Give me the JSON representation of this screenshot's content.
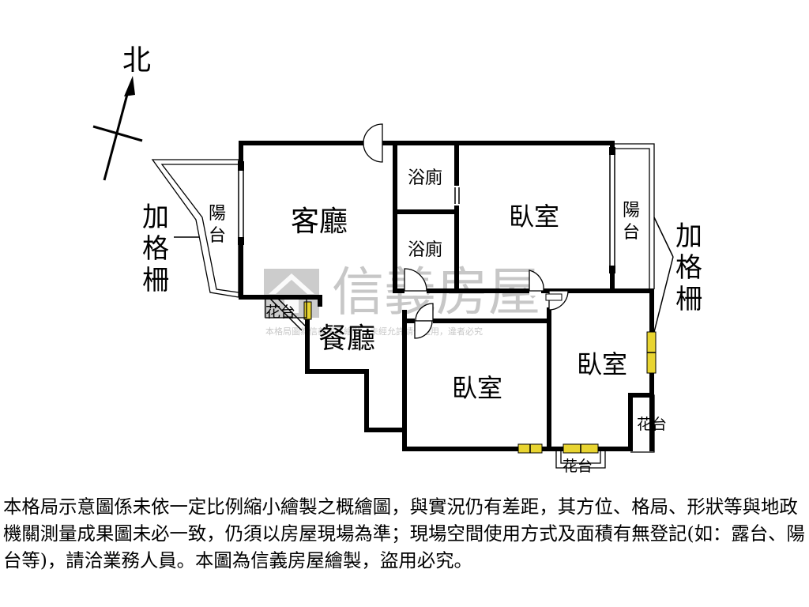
{
  "compass": {
    "label": "北",
    "icon": "north-arrow-icon"
  },
  "rooms": {
    "living": "客廳",
    "dining": "餐廳",
    "bath1": "浴廁",
    "bath2": "浴廁",
    "bedroom_ne": "臥室",
    "bedroom_center": "臥室",
    "bedroom_se": "臥室"
  },
  "balconies": {
    "west": "陽台",
    "east": "陽台"
  },
  "grilles": {
    "west": "加格柵",
    "east": "加格柵"
  },
  "planters": {
    "dining": "花台",
    "south": "花台",
    "east": "花台"
  },
  "watermark": {
    "logo_text": "信義房屋",
    "small_text": "本格局圖為信義房屋繪製，未經允許請勿盜用，違者必究",
    "logo_icon": "sinyi-house-logo-icon"
  },
  "disclaimer": "本格局示意圖係未依一定比例縮小繪製之概繪圖，與實況仍有差距，其方位、格局、形狀等與地政機關測量成果圖未必一致，仍須以房屋現場為準；現場空間使用方式及面積有無登記(如：露台、陽台等)，請洽業務人員。本圖為信義房屋繪製，盜用必究。",
  "colors": {
    "wall": "#000000",
    "window": "#e8d431",
    "watermark": "#9a9a9a"
  }
}
